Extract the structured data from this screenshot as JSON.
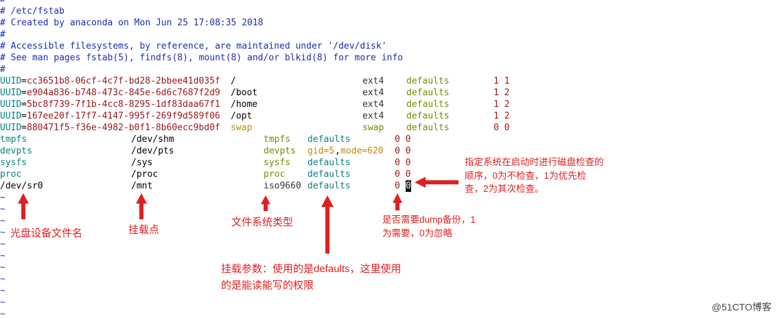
{
  "comments": [
    "#",
    "# /etc/fstab",
    "# Created by anaconda on Mon Jun 25 17:08:35 2018",
    "#",
    "# Accessible filesystems, by reference, are maintained under '/dev/disk'",
    "# See man pages fstab(5), findfs(8), mount(8) and/or blkid(8) for more info",
    "#"
  ],
  "uuid_rows": [
    {
      "key": "UUID",
      "uuid": "cc3651b8-06cf-4c7f-bd28-2bbee41d035f",
      "mount": "/",
      "fstype": "ext4",
      "options": "defaults",
      "nums": "1 1"
    },
    {
      "key": "UUID",
      "uuid": "e904a836-b748-473c-845e-6d6c7687f2d9",
      "mount": "/boot",
      "fstype": "ext4",
      "options": "defaults",
      "nums": "1 2"
    },
    {
      "key": "UUID",
      "uuid": "5bc8f739-7f1b-4cc8-8295-1df83daa67f1",
      "mount": "/home",
      "fstype": "ext4",
      "options": "defaults",
      "nums": "1 2"
    },
    {
      "key": "UUID",
      "uuid": "167ee20f-17f7-4147-995f-269f9d589f06",
      "mount": "/opt",
      "fstype": "ext4",
      "options": "defaults",
      "nums": "1 2"
    },
    {
      "key": "UUID",
      "uuid": "880471f5-f36e-4982-b0f1-8b60ecc9bd0f",
      "mount": "swap",
      "fstype": "swap",
      "options": "defaults",
      "nums": "0 0"
    }
  ],
  "dev_rows": [
    {
      "device": "tmpfs",
      "mount": "/dev/shm",
      "fstype": "tmpfs",
      "options": "defaults",
      "opt_a": "",
      "opt_b": "",
      "nums": "0 0"
    },
    {
      "device": "devpts",
      "mount": "/dev/pts",
      "fstype": "devpts",
      "options": "",
      "opt_a": "gid=5",
      "opt_b": "mode=620",
      "nums": "0 0"
    },
    {
      "device": "sysfs",
      "mount": "/sys",
      "fstype": "sysfs",
      "options": "defaults",
      "opt_a": "",
      "opt_b": "",
      "nums": "0 0"
    },
    {
      "device": "proc",
      "mount": "/proc",
      "fstype": "proc",
      "options": "defaults",
      "opt_a": "",
      "opt_b": "",
      "nums": "0 0"
    },
    {
      "device": "/dev/sr0",
      "mount": "/mnt",
      "fstype": "iso9660",
      "options": "defaults",
      "opt_a": "",
      "opt_b": "",
      "dump": "0",
      "pass": "0"
    }
  ],
  "tilde": "~",
  "annotations": {
    "device_name": "光盘设备文件名",
    "mount_point": "挂载点",
    "fs_type": "文件系统类型",
    "mount_options_1": "挂载参数：使用的是defaults，这里使用",
    "mount_options_2": "的是能读能写的权限",
    "dump_1": "是否需要dump备份，1",
    "dump_2": "为需要，0为忽略",
    "fsck_1": "指定系统在启动时进行磁盘检查的",
    "fsck_2": "顺序，0为不检查，1为优先检",
    "fsck_3": "查，2为其次检查。"
  },
  "watermark": "@51CTO博客",
  "colors": {
    "comment": "#1a2fb5",
    "keyword": "#0b8080",
    "value": "#9a1518",
    "option": "#7a8a00",
    "annotation": "#e02020"
  }
}
